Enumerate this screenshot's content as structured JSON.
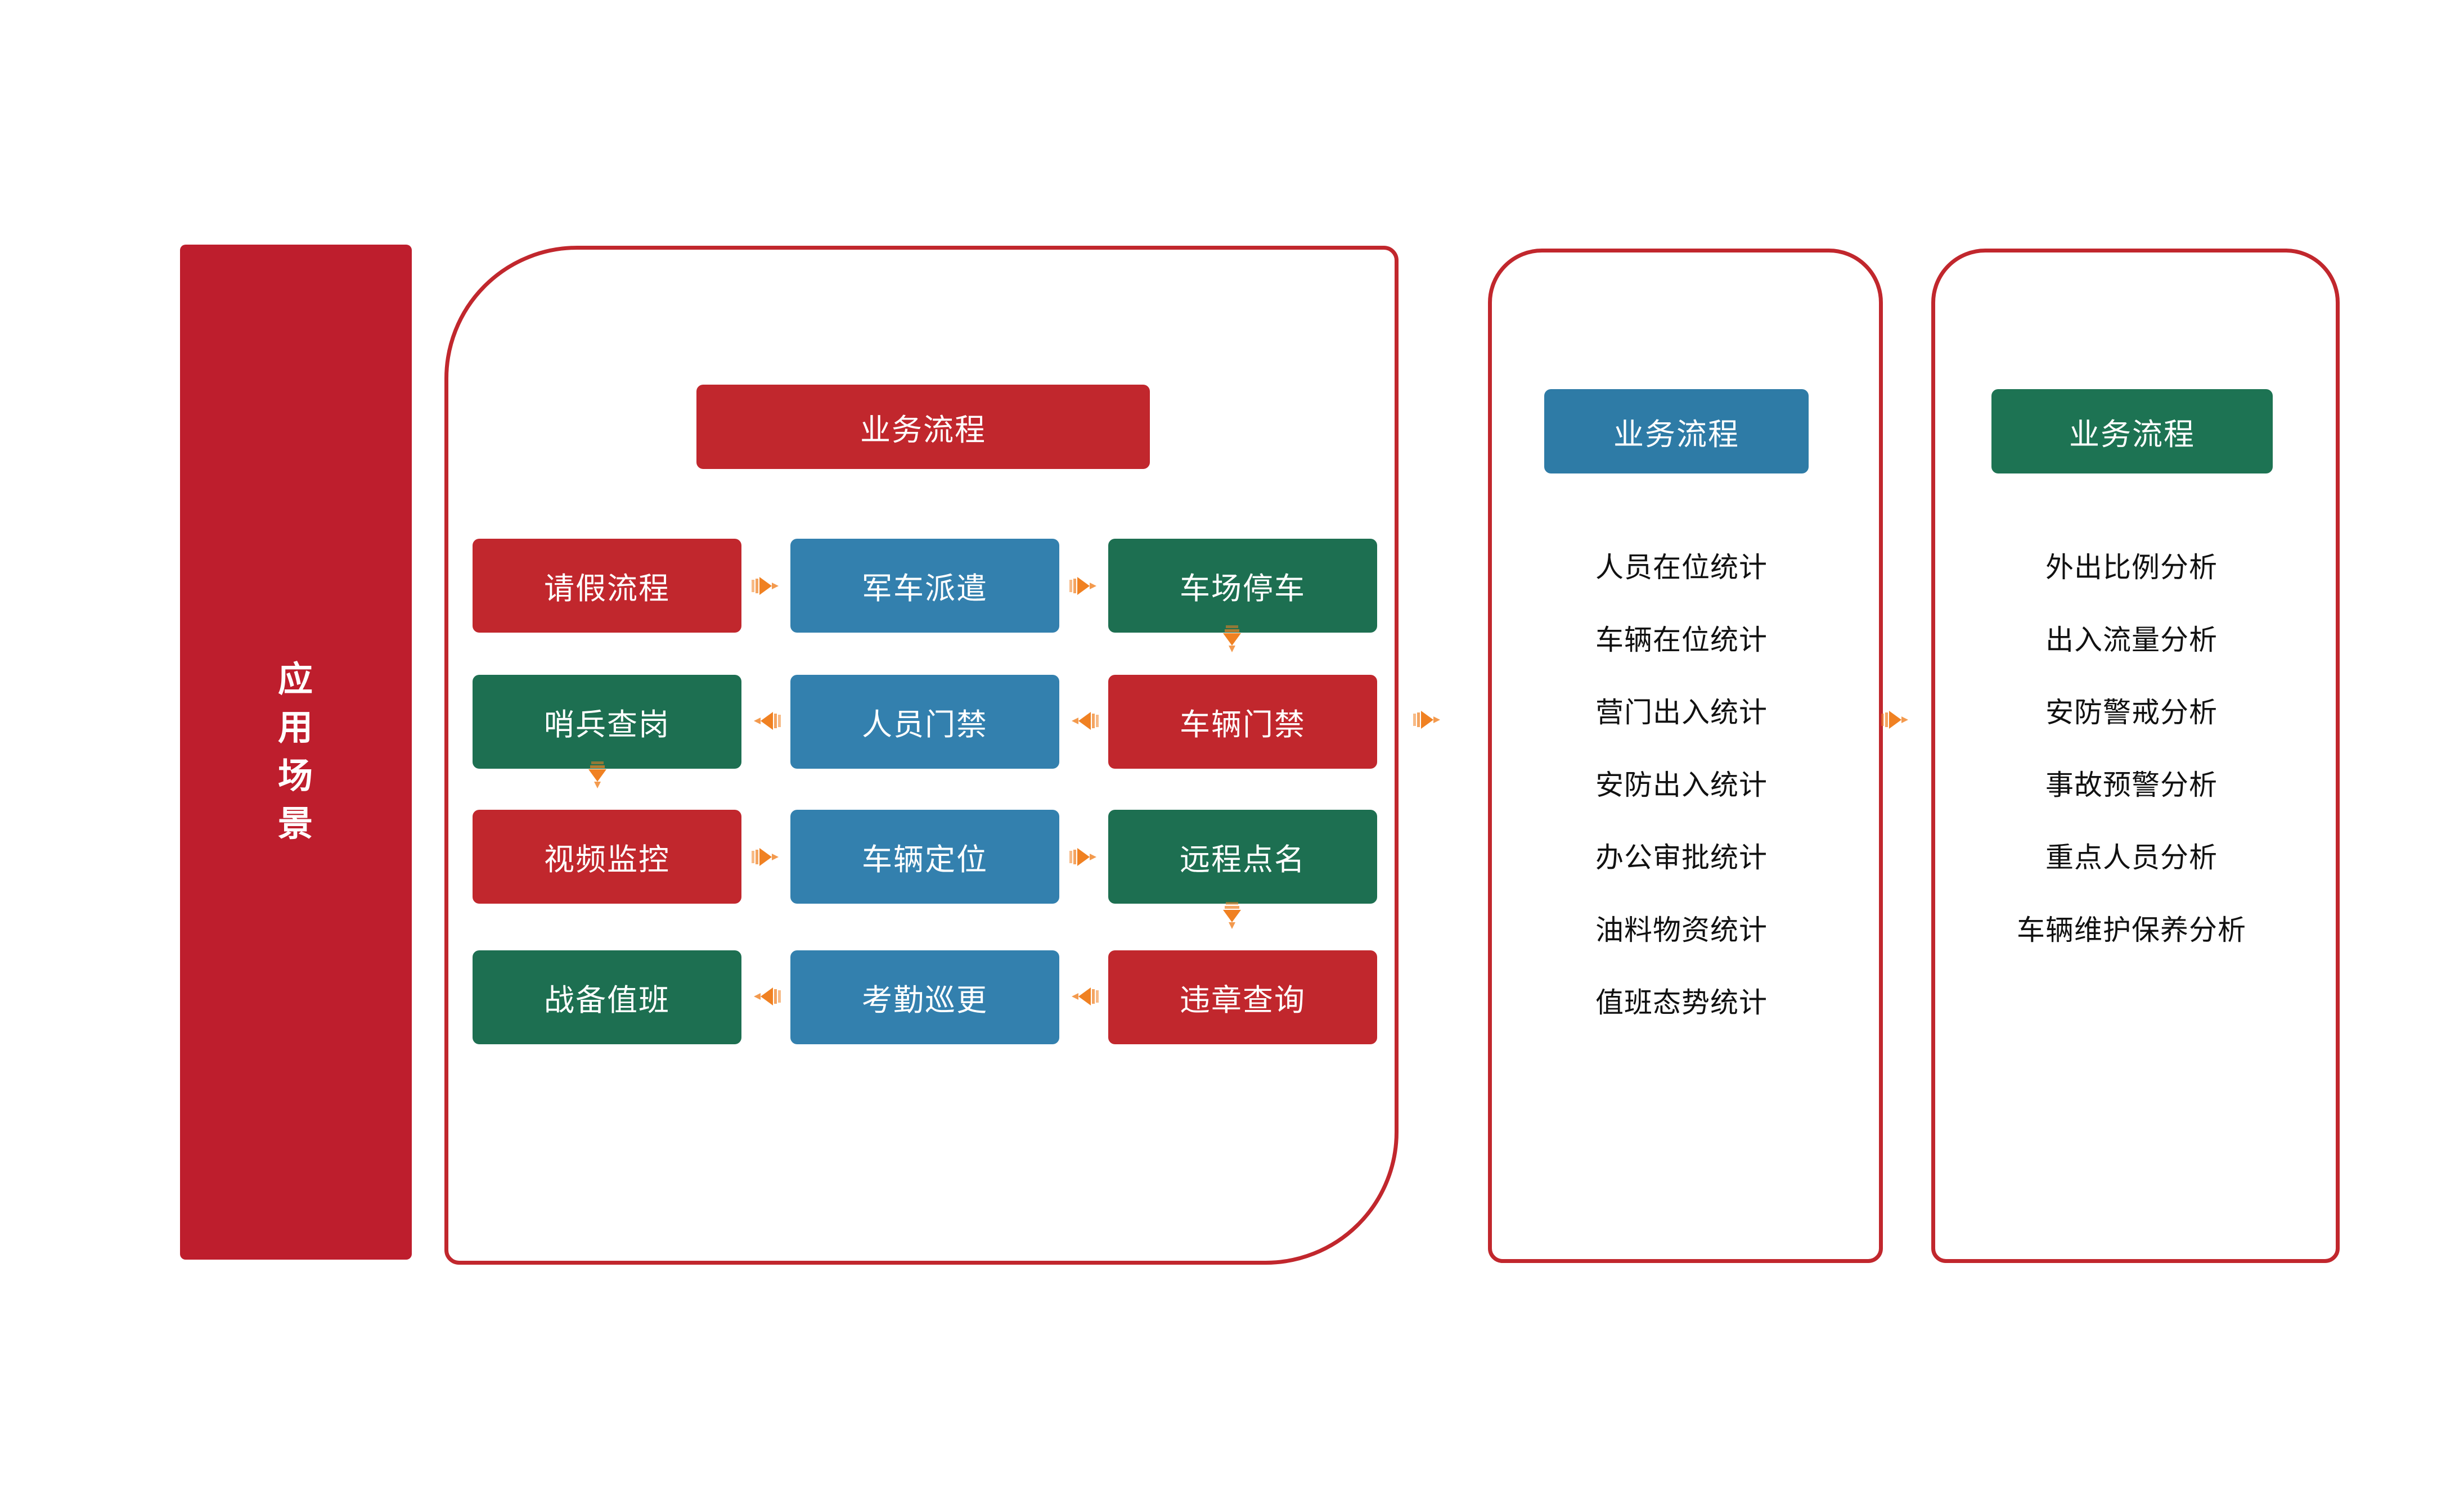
{
  "left_rail": {
    "label": "应用场景"
  },
  "colors": {
    "red": "#C1272D",
    "blue": "#3380AE",
    "green": "#1D6F51",
    "orange": "#F08122",
    "bar_red": "#BE1E2D"
  },
  "panels": {
    "flow": {
      "header": "业务流程",
      "rows": [
        {
          "direction": "right",
          "cells": [
            {
              "label": "请假流程",
              "color": "red"
            },
            {
              "label": "军车派遣",
              "color": "blue"
            },
            {
              "label": "车场停车",
              "color": "green"
            }
          ]
        },
        {
          "direction": "left",
          "cells": [
            {
              "label": "哨兵查岗",
              "color": "green"
            },
            {
              "label": "人员门禁",
              "color": "blue"
            },
            {
              "label": "车辆门禁",
              "color": "red"
            }
          ]
        },
        {
          "direction": "right",
          "cells": [
            {
              "label": "视频监控",
              "color": "red"
            },
            {
              "label": "车辆定位",
              "color": "blue"
            },
            {
              "label": "远程点名",
              "color": "green"
            }
          ]
        },
        {
          "direction": "left",
          "cells": [
            {
              "label": "战备值班",
              "color": "green"
            },
            {
              "label": "考勤巡更",
              "color": "blue"
            },
            {
              "label": "违章查询",
              "color": "red"
            }
          ]
        }
      ]
    },
    "statistics": {
      "header": "业务流程",
      "items": [
        "人员在位统计",
        "车辆在位统计",
        "营门出入统计",
        "安防出入统计",
        "办公审批统计",
        "油料物资统计",
        "值班态势统计"
      ]
    },
    "analysis": {
      "header": "业务流程",
      "items": [
        "外出比例分析",
        "出入流量分析",
        "安防警戒分析",
        "事故预警分析",
        "重点人员分析",
        "车辆维护保养分析"
      ]
    }
  }
}
